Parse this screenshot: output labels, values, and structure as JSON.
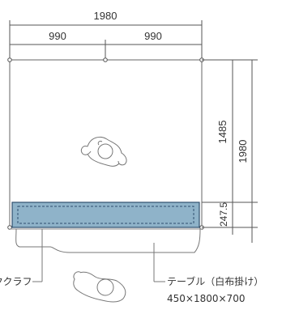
{
  "dimensions": {
    "total_width": "1980",
    "left_half": "990",
    "right_half": "990",
    "inner_height": "1485",
    "total_height": "1980",
    "table_depth": "247.5"
  },
  "labels": {
    "left_partial": "ククラフ",
    "table_name": "テーブル（白布掛け）",
    "table_size": "450×1800×700"
  },
  "icons": [
    "person-top-view-icon",
    "person-top-view-icon"
  ],
  "colors": {
    "line": "#555555",
    "table_fill": "#8fb3c9",
    "table_border": "#2f4f6f"
  }
}
